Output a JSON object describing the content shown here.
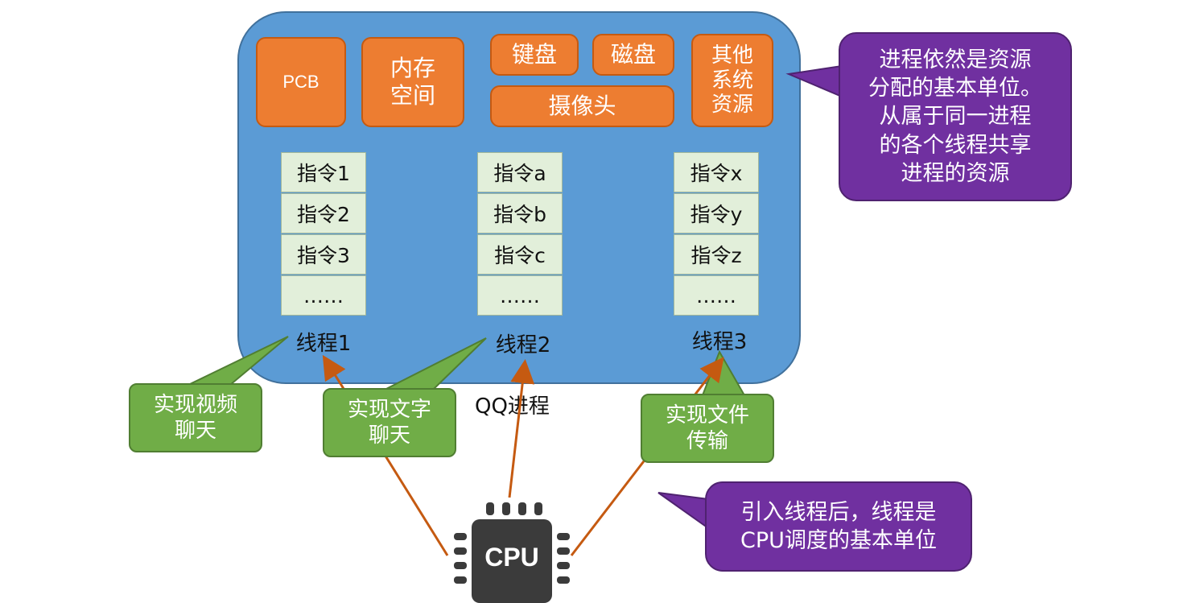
{
  "process": {
    "label": "QQ进程",
    "resources": {
      "pcb": "PCB",
      "memory": "内存\n空间",
      "keyboard": "键盘",
      "disk": "磁盘",
      "camera": "摄像头",
      "other": "其他\n系统\n资源"
    }
  },
  "threads": [
    {
      "label": "线程1",
      "instructions": [
        "指令1",
        "指令2",
        "指令3",
        "……"
      ]
    },
    {
      "label": "线程2",
      "instructions": [
        "指令a",
        "指令b",
        "指令c",
        "……"
      ]
    },
    {
      "label": "线程3",
      "instructions": [
        "指令x",
        "指令y",
        "指令z",
        "……"
      ]
    }
  ],
  "thread_callouts": [
    "实现视频\n聊天",
    "实现文字\n聊天",
    "实现文件\n传输"
  ],
  "notes": {
    "resource_unit": "进程依然是资源\n分配的基本单位。\n从属于同一进程\n的各个线程共享\n进程的资源",
    "scheduling_unit": "引入线程后，线程是\nCPU调度的基本单位"
  },
  "cpu": {
    "label": "CPU"
  },
  "colors": {
    "process": "#5b9bd5",
    "resource": "#ed7d31",
    "instruction": "#e2efda",
    "callout_green": "#70ad47",
    "note_purple": "#7030a0",
    "cpu_arrow": "#c55a11",
    "cpu_chip": "#3b3b3b"
  }
}
